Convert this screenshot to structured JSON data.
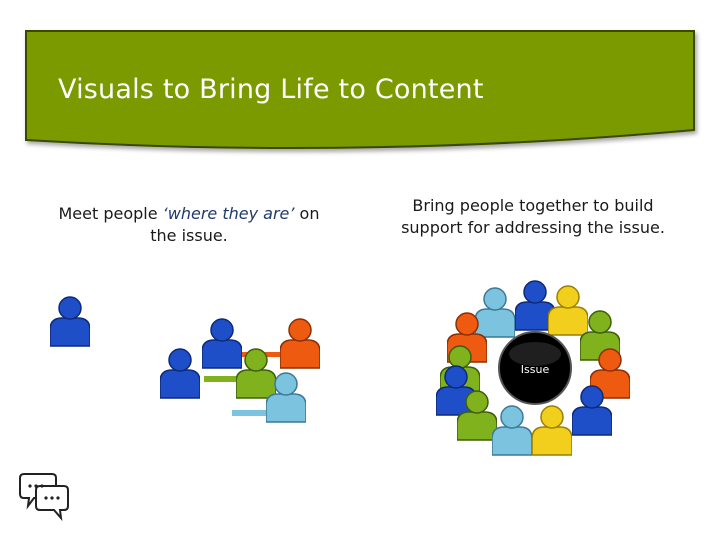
{
  "slide": {
    "title": "Visuals to Bring Life to Content",
    "left_caption": {
      "text_before": "Meet people ",
      "text_emphasis": "‘where they are’",
      "text_after": " on the issue."
    },
    "right_caption": "Bring people together to build support for addressing the issue.",
    "center_label": "Issue"
  },
  "colors": {
    "banner": "#7a9a01",
    "blue": "#1f4fc8",
    "orange": "#ee5a10",
    "green": "#7fb21d",
    "light_blue": "#7cc3e0",
    "yellow": "#f2cf1c"
  },
  "icons": [
    "speech-bubbles-icon"
  ]
}
